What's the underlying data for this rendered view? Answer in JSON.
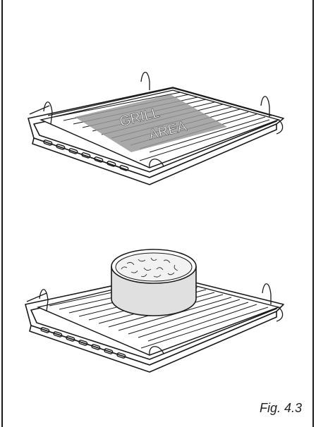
{
  "figure": {
    "caption": "Fig. 4.3",
    "top_panel": {
      "label_line1": "GRILL",
      "label_line2": "AREA"
    }
  },
  "colors": {
    "line": "#1a1a1a",
    "grill_area_fill": "#9a9a9a",
    "background": "#ffffff"
  }
}
